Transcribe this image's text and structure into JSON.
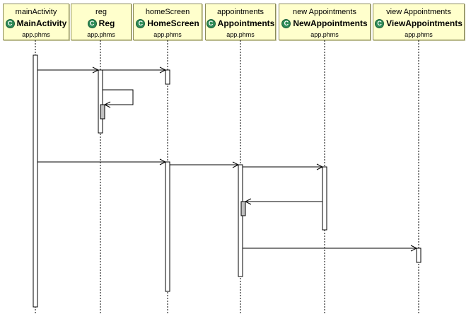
{
  "colors": {
    "box_fill": "#ffffcc",
    "box_border": "#8c8c5a",
    "class_icon": "#2e8b57",
    "activation_fill": "#ffffff",
    "self_activation_fill": "#c0c0c0",
    "line": "#000000"
  },
  "lifelines": [
    {
      "instance": "mainActivity",
      "class": "MainActivity",
      "package": "app.phms",
      "icon": "class-icon",
      "icon_glyph": "C"
    },
    {
      "instance": "reg",
      "class": "Reg",
      "package": "app.phms",
      "icon": "class-icon",
      "icon_glyph": "C"
    },
    {
      "instance": "homeScreen",
      "class": "HomeScreen",
      "package": "app.phms",
      "icon": "class-icon",
      "icon_glyph": "C"
    },
    {
      "instance": "appointments",
      "class": "Appointments",
      "package": "app.phms",
      "icon": "class-icon",
      "icon_glyph": "C"
    },
    {
      "instance": "new Appointments",
      "class": "NewAppointments",
      "package": "app.phms",
      "icon": "class-icon",
      "icon_glyph": "C"
    },
    {
      "instance": "view Appointments",
      "class": "ViewAppointments",
      "package": "app.phms",
      "icon": "class-icon",
      "icon_glyph": "C"
    }
  ],
  "messages": [
    {
      "from": "mainActivity",
      "to": "reg",
      "order": 1
    },
    {
      "from": "reg",
      "to": "homeScreen",
      "order": 2
    },
    {
      "from": "reg",
      "to": "reg",
      "order": 3,
      "self_call": true
    },
    {
      "from": "mainActivity",
      "to": "homeScreen",
      "order": 4
    },
    {
      "from": "homeScreen",
      "to": "appointments",
      "order": 5
    },
    {
      "from": "appointments",
      "to": "new Appointments",
      "order": 6
    },
    {
      "from": "new Appointments",
      "to": "appointments",
      "order": 7
    },
    {
      "from": "appointments",
      "to": "view Appointments",
      "order": 8
    }
  ]
}
